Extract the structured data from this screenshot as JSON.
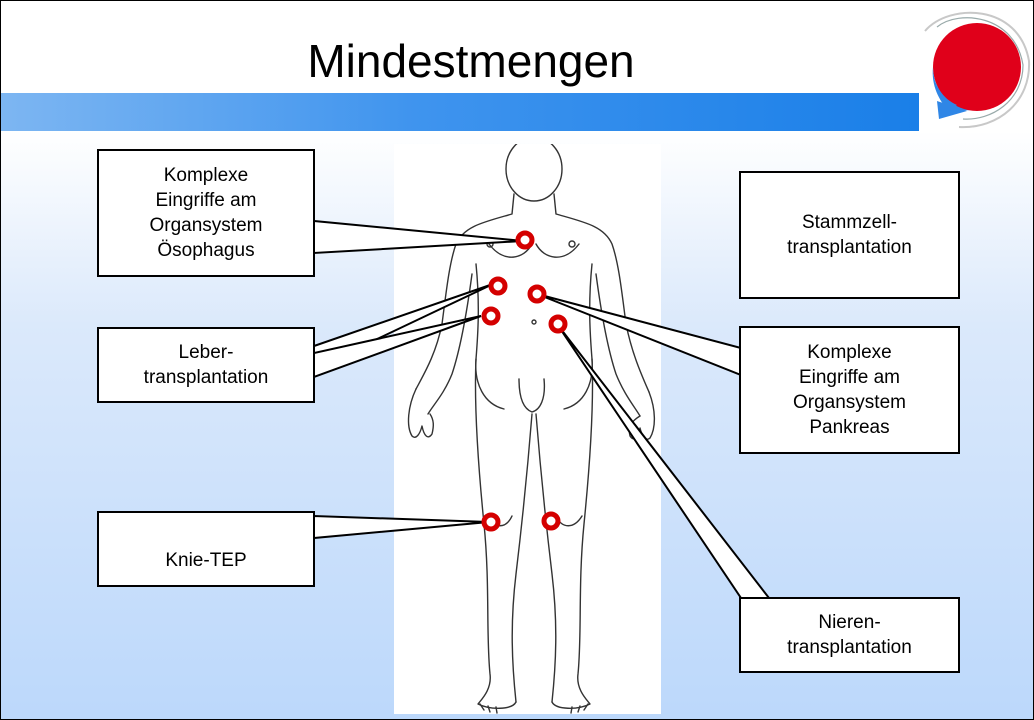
{
  "title": "Mindestmengen",
  "labels": {
    "oesophagus": "Komplexe\nEingriffe am\nOrgansystem\nÖsophagus",
    "stammzell": "Stammzell-\ntransplantation",
    "leber": "Leber-\ntransplantation",
    "pankreas": "Komplexe\nEingriffe am\nOrgansystem\nPankreas",
    "knie": "Knie-TEP",
    "nieren": "Nieren-\ntransplantation"
  },
  "colors": {
    "band_start": "#7db6f2",
    "band_end": "#1a7fe8",
    "marker": "#d40000",
    "logo_red": "#e0001a",
    "logo_blue": "#2f86e6"
  },
  "icons": [
    "body-outline-figure",
    "logo-icon"
  ]
}
